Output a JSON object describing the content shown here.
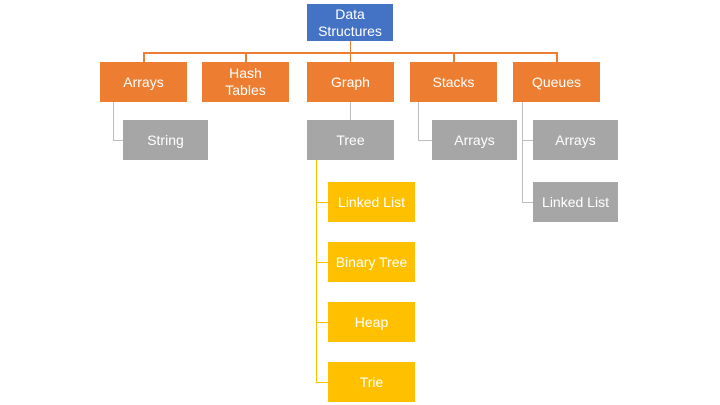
{
  "diagram": {
    "root": {
      "label": "Data Structures"
    },
    "nodes": {
      "arrays": {
        "label": "Arrays"
      },
      "hash_tables": {
        "label": "Hash Tables"
      },
      "graph": {
        "label": "Graph"
      },
      "stacks": {
        "label": "Stacks"
      },
      "queues": {
        "label": "Queues"
      },
      "string": {
        "label": "String"
      },
      "tree": {
        "label": "Tree"
      },
      "stacks_arrays": {
        "label": "Arrays"
      },
      "queues_arrays": {
        "label": "Arrays"
      },
      "queues_linked_list": {
        "label": "Linked List"
      },
      "tree_linked_list": {
        "label": "Linked List"
      },
      "binary_tree": {
        "label": "Binary Tree"
      },
      "heap": {
        "label": "Heap"
      },
      "trie": {
        "label": "Trie"
      }
    },
    "edges": [
      {
        "from": "Data Structures",
        "to": "Arrays"
      },
      {
        "from": "Data Structures",
        "to": "Hash Tables"
      },
      {
        "from": "Data Structures",
        "to": "Graph"
      },
      {
        "from": "Data Structures",
        "to": "Stacks"
      },
      {
        "from": "Data Structures",
        "to": "Queues"
      },
      {
        "from": "Arrays",
        "to": "String"
      },
      {
        "from": "Graph",
        "to": "Tree"
      },
      {
        "from": "Stacks",
        "to": "Arrays"
      },
      {
        "from": "Queues",
        "to": "Arrays"
      },
      {
        "from": "Queues",
        "to": "Linked List"
      },
      {
        "from": "Tree",
        "to": "Linked List"
      },
      {
        "from": "Tree",
        "to": "Binary Tree"
      },
      {
        "from": "Tree",
        "to": "Heap"
      },
      {
        "from": "Tree",
        "to": "Trie"
      }
    ],
    "colors": {
      "root_fill": "#4472C4",
      "level1_fill": "#ED7D31",
      "level2_fill": "#A6A6A6",
      "level3_fill": "#FFC000",
      "connector_orange": "#ED7D31",
      "connector_gray": "#BDBDBD",
      "connector_yellow": "#FFC000",
      "text": "#FFFFFF",
      "background": "#FFFFFF"
    }
  }
}
